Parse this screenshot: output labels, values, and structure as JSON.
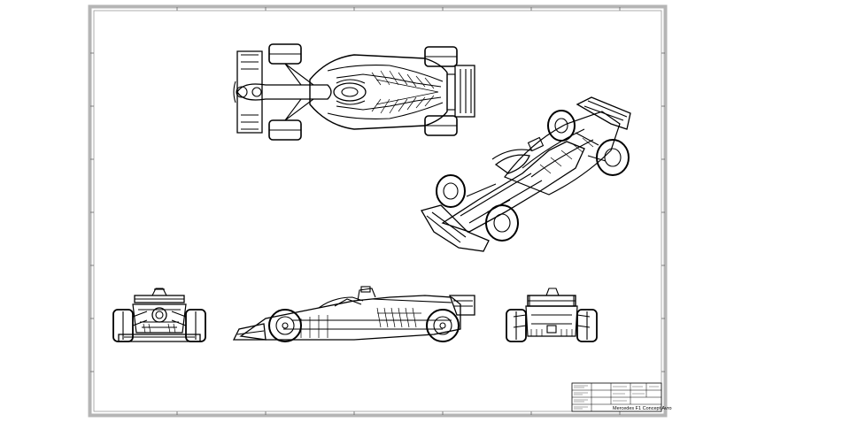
{
  "drawing": {
    "views": [
      {
        "id": "top-view"
      },
      {
        "id": "isometric-view"
      },
      {
        "id": "front-view"
      },
      {
        "id": "side-view"
      },
      {
        "id": "rear-view"
      }
    ],
    "title_block": {
      "drawing_title": "Mercedes F1 Concept Avro"
    },
    "colors": {
      "frame": "#b5b5b5",
      "ink": "#000000",
      "paper": "#ffffff"
    }
  }
}
